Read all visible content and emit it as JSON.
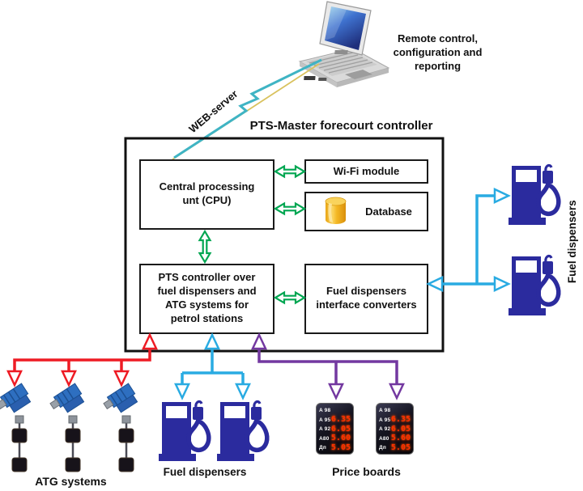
{
  "diagram": {
    "title": "PTS-Master forecourt controller",
    "remote_note": "Remote control,\nconfiguration and\nreporting",
    "web_server": "WEB-server",
    "boxes": {
      "cpu": "Central processing\nunt (CPU)",
      "wifi": "Wi-Fi module",
      "database": "Database",
      "pts_controller": "PTS controller over\nfuel dispensers and\nATG systems for\npetrol stations",
      "converters": "Fuel dispensers\ninterface converters"
    },
    "groups": {
      "atg": "ATG systems",
      "fuel_bottom": "Fuel dispensers",
      "price_boards": "Price boards",
      "fuel_right": "Fuel dispensers"
    },
    "price_board": {
      "rows": [
        {
          "grade": "A 98",
          "price": ""
        },
        {
          "grade": "A 95",
          "price": "6.35"
        },
        {
          "grade": "A 92",
          "price": "6.05"
        },
        {
          "grade": "A80",
          "price": "5.60"
        },
        {
          "grade": "Дп",
          "price": "5.05"
        }
      ]
    },
    "colors": {
      "green": "#00a651",
      "red": "#ee1b24",
      "cyan": "#29abe2",
      "purple": "#7338a0",
      "navy": "#2b2b9e",
      "gold": "#f0a71a",
      "bolt_teal": "#3fb4c4",
      "bolt_yellow": "#d9c25e"
    }
  }
}
